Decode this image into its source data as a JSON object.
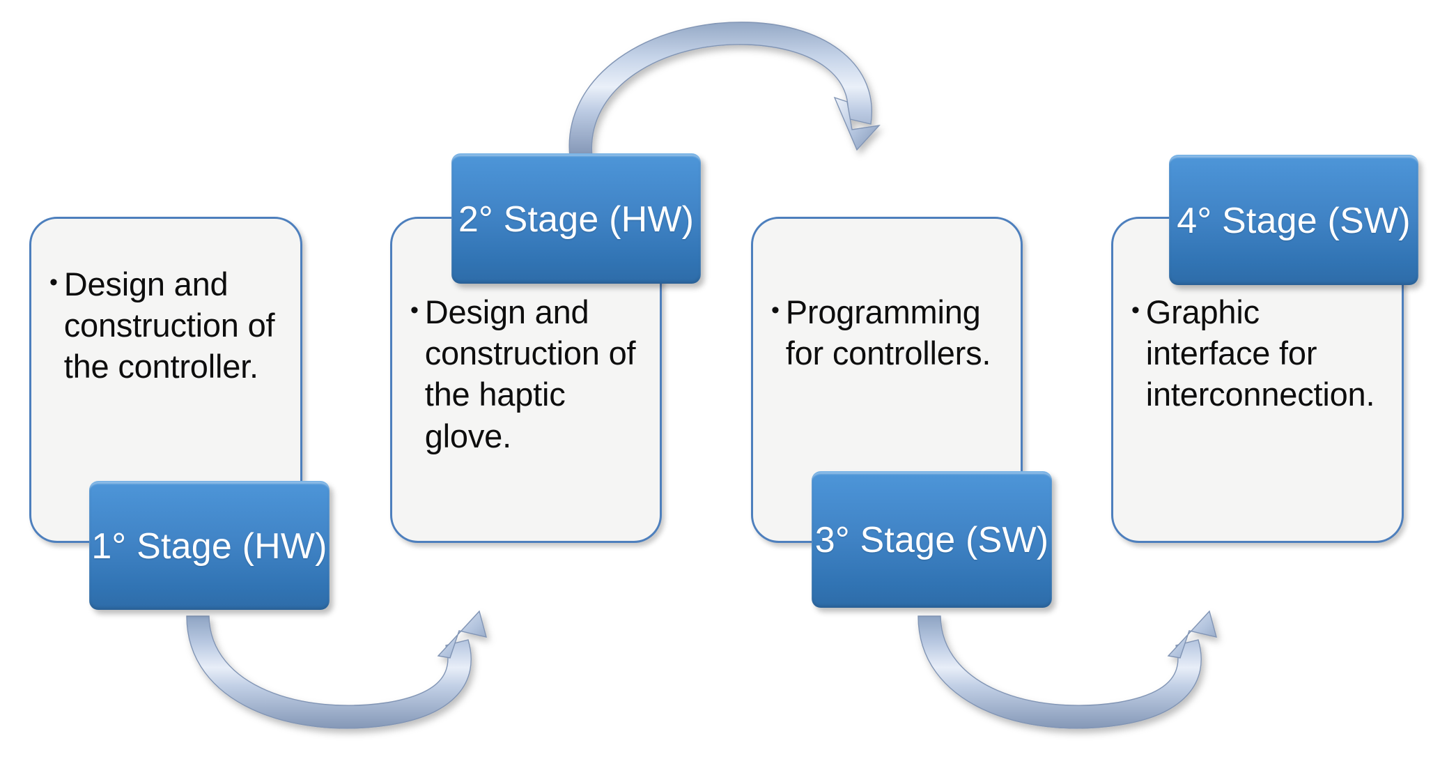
{
  "diagram": {
    "title": "Project stages process flow",
    "background_color": "#ffffff",
    "accent_color": "#3f82c4",
    "card_border_color": "#4d7fbd",
    "card_fill_color": "#f5f5f4",
    "arrow_color": "#9fb4d4",
    "badge_text_color": "#ffffff",
    "body_text_color": "#0d0d0d"
  },
  "stages": [
    {
      "badge": "1° Stage (HW)",
      "bullet": "•",
      "body": "Design and construction of the controller.",
      "badge_position": "bottom-left"
    },
    {
      "badge": "2° Stage (HW)",
      "bullet": "•",
      "body": "Design and construction of the haptic glove.",
      "badge_position": "top-left"
    },
    {
      "badge": "3° Stage (SW)",
      "bullet": "•",
      "body": "Programming for controllers.",
      "badge_position": "bottom-left"
    },
    {
      "badge": "4° Stage (SW)",
      "bullet": "•",
      "body": "Graphic interface for interconnection.",
      "badge_position": "top-left"
    }
  ],
  "arrows": [
    {
      "name": "arrow-stage1-to-stage2",
      "from": "1° Stage (HW)",
      "to": "2° Stage (HW)",
      "direction": "curve-down-right-up"
    },
    {
      "name": "arrow-stage2-to-stage3",
      "from": "2° Stage (HW)",
      "to": "3° Stage (SW)",
      "direction": "curve-up-right-down"
    },
    {
      "name": "arrow-stage3-to-stage4",
      "from": "3° Stage (SW)",
      "to": "4° Stage (SW)",
      "direction": "curve-down-right-up"
    }
  ]
}
